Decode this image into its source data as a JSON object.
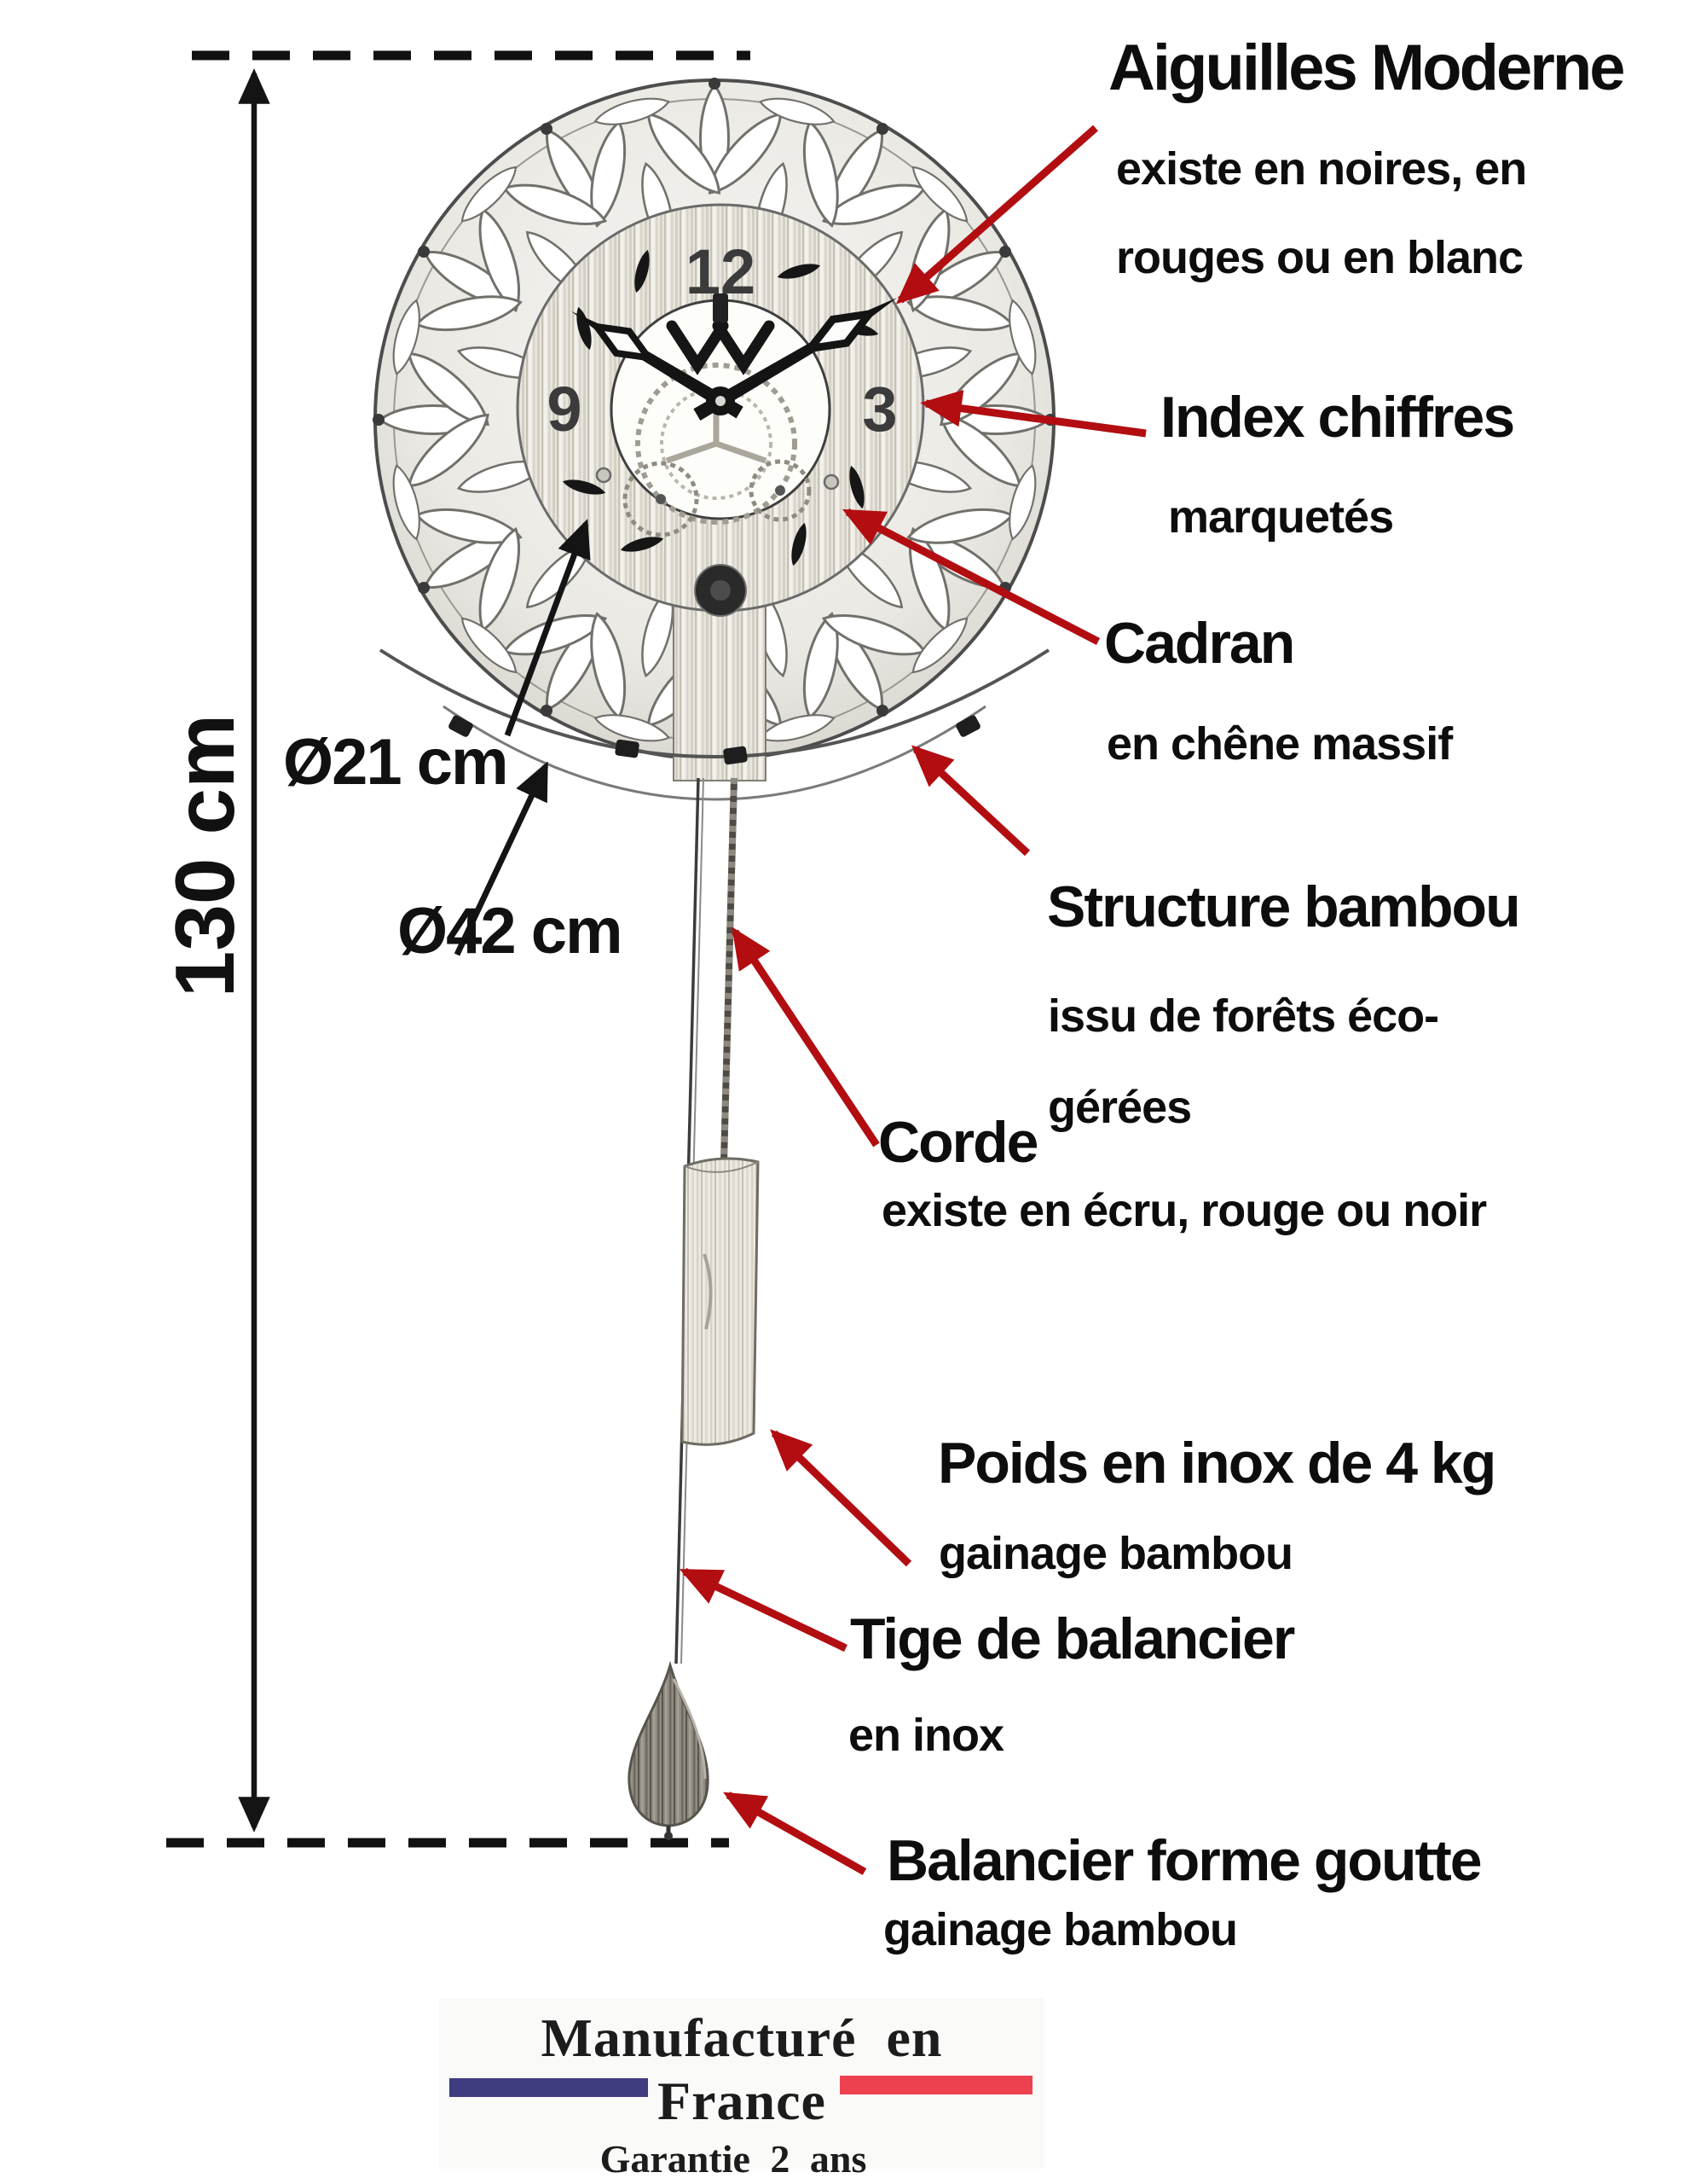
{
  "dimensions": {
    "overall_height": "130 cm",
    "dial_diameter": "Ø21 cm",
    "structure_diameter": "Ø42 cm"
  },
  "clock_face": {
    "twelve": "12",
    "three": "3",
    "nine": "9"
  },
  "annotations": {
    "aiguilles": {
      "title": "Aiguilles Moderne",
      "line1": "existe en noires, en",
      "line2": "rouges ou en blanc"
    },
    "index": {
      "title": "Index chiffres",
      "line1": "marquetés"
    },
    "cadran": {
      "title": "Cadran",
      "line1": "en chêne massif"
    },
    "structure": {
      "title": "Structure bambou",
      "line1": "issu de forêts éco-",
      "line2": "gérées"
    },
    "corde": {
      "title": "Corde",
      "line1": "existe en écru, rouge ou noir"
    },
    "poids": {
      "title": "Poids en inox de 4 kg",
      "line1": "gainage bambou"
    },
    "tige": {
      "title": "Tige de balancier",
      "line1": "en inox"
    },
    "balancier": {
      "title": "Balancier forme goutte",
      "line1": "gainage bambou"
    }
  },
  "footer": {
    "made_in": "Manufacturé en France",
    "warranty": "Garantie 2 ans"
  },
  "colors": {
    "arrow_red": "#b20d11",
    "flag_blue": "#3f3c80",
    "flag_red": "#ee4150",
    "ink": "#111111"
  }
}
